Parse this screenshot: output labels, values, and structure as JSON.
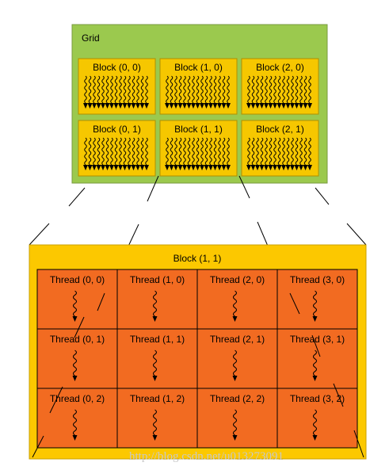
{
  "grid": {
    "label": "Grid",
    "blocks": [
      [
        "Block (0, 0)",
        "Block (1, 0)",
        "Block (2, 0)"
      ],
      [
        "Block (0, 1)",
        "Block (1, 1)",
        "Block (2, 1)"
      ]
    ]
  },
  "block_detail": {
    "label": "Block (1, 1)",
    "threads": [
      [
        "Thread (0, 0)",
        "Thread (1, 0)",
        "Thread (2, 0)",
        "Thread (3, 0)"
      ],
      [
        "Thread (0, 1)",
        "Thread (1, 1)",
        "Thread (2, 1)",
        "Thread (3, 1)"
      ],
      [
        "Thread (0, 2)",
        "Thread (1, 2)",
        "Thread (2, 2)",
        "Thread (3, 2)"
      ]
    ]
  },
  "watermark": "http://blog.csdn.net/u013273091",
  "colors": {
    "grid_fill": "#9bc94e",
    "block_fill": "#f6c700",
    "thread_fill": "#f26b21",
    "outline": "#000000"
  }
}
